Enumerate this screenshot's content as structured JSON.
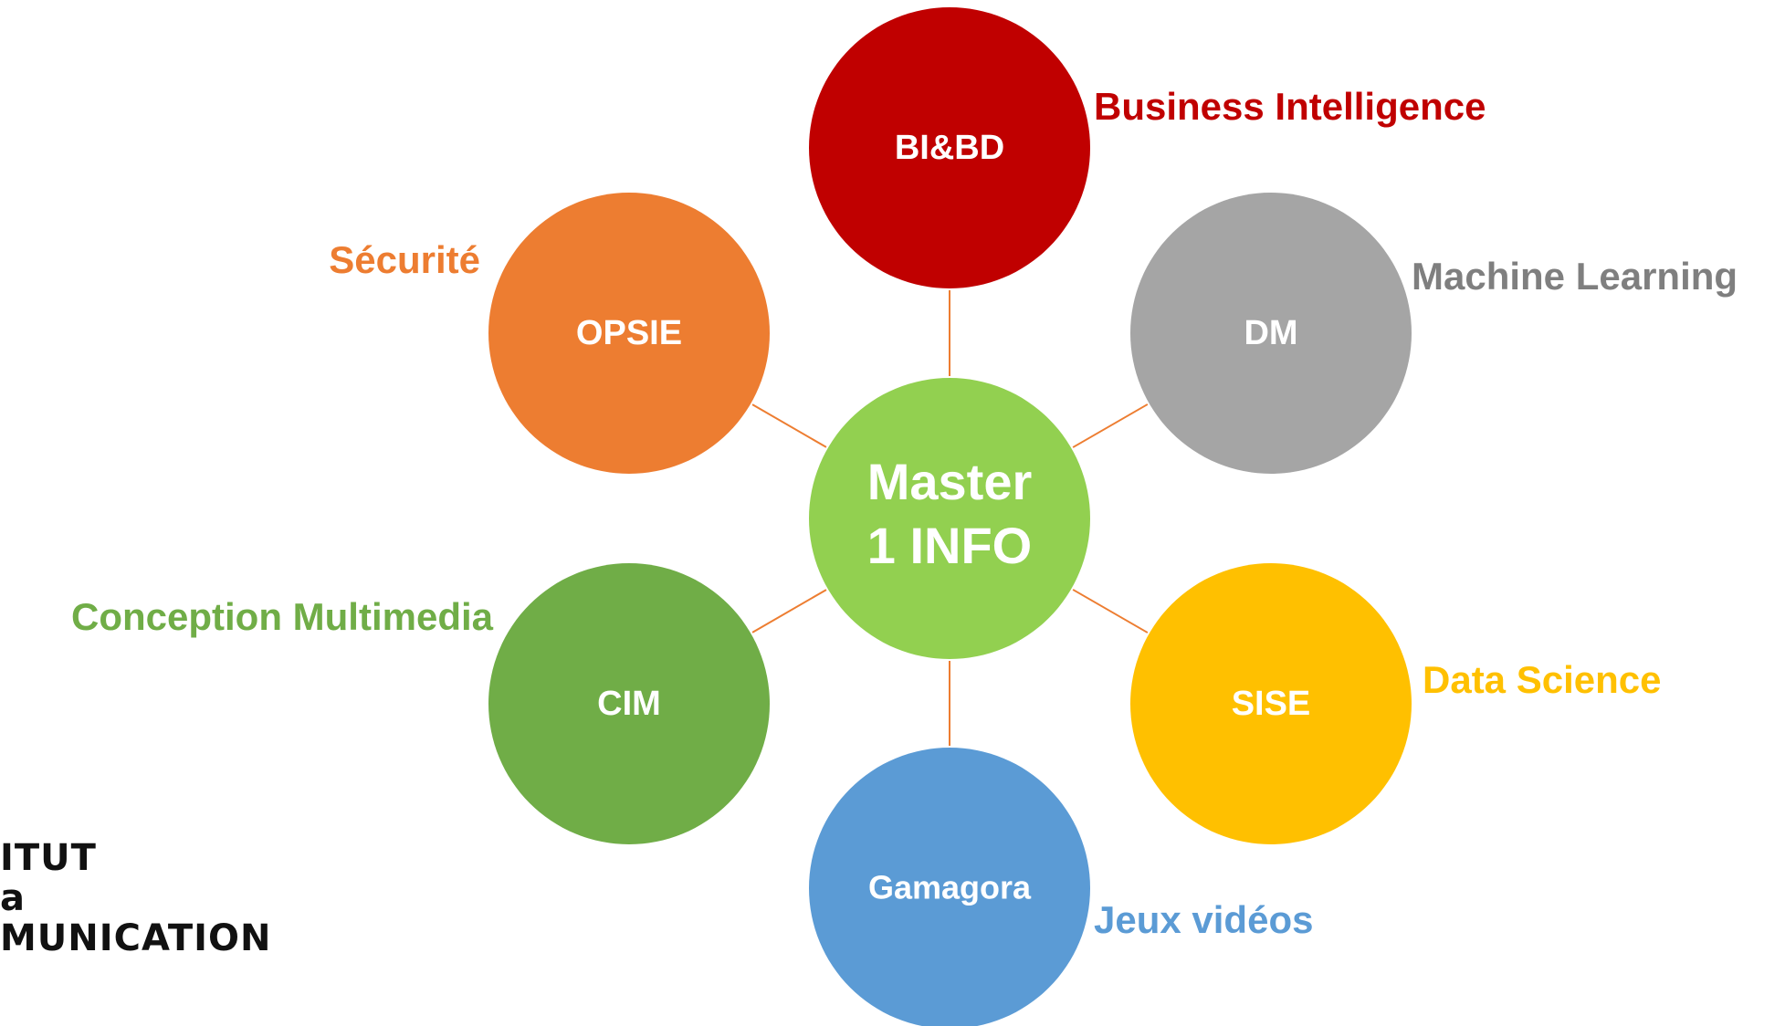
{
  "center": {
    "label_line1": "Master",
    "label_line2": "1 INFO",
    "color": "#92D050"
  },
  "connector_color": "#ED7D31",
  "nodes": [
    {
      "id": "bibd",
      "label": "BI&BD",
      "color": "#C00000",
      "description": "Business Intelligence",
      "description_color": "#C00000"
    },
    {
      "id": "dm",
      "label": "DM",
      "color": "#A5A5A5",
      "description": "Machine Learning",
      "description_color": "#7F7F7F"
    },
    {
      "id": "sise",
      "label": "SISE",
      "color": "#FFC000",
      "description": "Data Science",
      "description_color": "#FFC000"
    },
    {
      "id": "gamagora",
      "label": "Gamagora",
      "color": "#5B9BD5",
      "description": "Jeux vidéos",
      "description_color": "#5B9BD5"
    },
    {
      "id": "cim",
      "label": "CIM",
      "color": "#70AD47",
      "description": "Conception Multimedia",
      "description_color": "#70AD47"
    },
    {
      "id": "opsie",
      "label": "OPSIE",
      "color": "#ED7D31",
      "description": "Sécurité",
      "description_color": "#ED7D31"
    }
  ],
  "logo": {
    "line1": "ITUT",
    "line2": "a",
    "line3": "MUNICATION"
  }
}
